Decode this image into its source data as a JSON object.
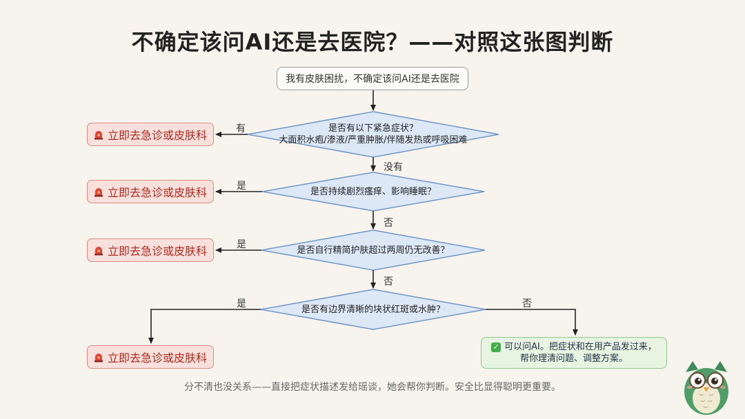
{
  "title": "不确定该问AI还是去医院？——对照这张图判断",
  "start": "我有皮肤困扰，不确定该问AI还是去医院",
  "questions": {
    "q1_line1": "是否有以下紧急症状？",
    "q1_line2": "大面积水疱/渗液/严重肿胀/伴随发热或呼吸困难",
    "q2": "是否持续剧烈瘙痒、影响睡眠？",
    "q3": "是否自行精简护肤超过两周仍无改善？",
    "q4": "是否有边界清晰的块状红斑或水肿？"
  },
  "edges": {
    "q1_yes": "有",
    "q1_no": "没有",
    "q2_yes": "是",
    "q2_no": "否",
    "q3_yes": "是",
    "q3_no": "否",
    "q4_yes": "是",
    "q4_no": "否"
  },
  "outcomes": {
    "hospital": "立即去急诊或皮肤科",
    "ai_line1": "可以问AI。把症状和在用产品发过来，",
    "ai_line2": "帮你理清问题、调整方案。"
  },
  "footer": "分不清也没关系——直接把症状描述发给瑶谈，她会帮你判断。安全比显得聪明更重要。",
  "icons": {
    "hospital": "siren-icon",
    "ai": "check-icon",
    "mascot": "owl-mascot"
  },
  "colors": {
    "diamond_fill": "#dde8f6",
    "diamond_stroke": "#6f96c8",
    "alert_fill": "#f8e1dc",
    "alert_text": "#b0291f",
    "ok_fill": "#e6f4e1",
    "ok_check": "#3fae4a"
  }
}
